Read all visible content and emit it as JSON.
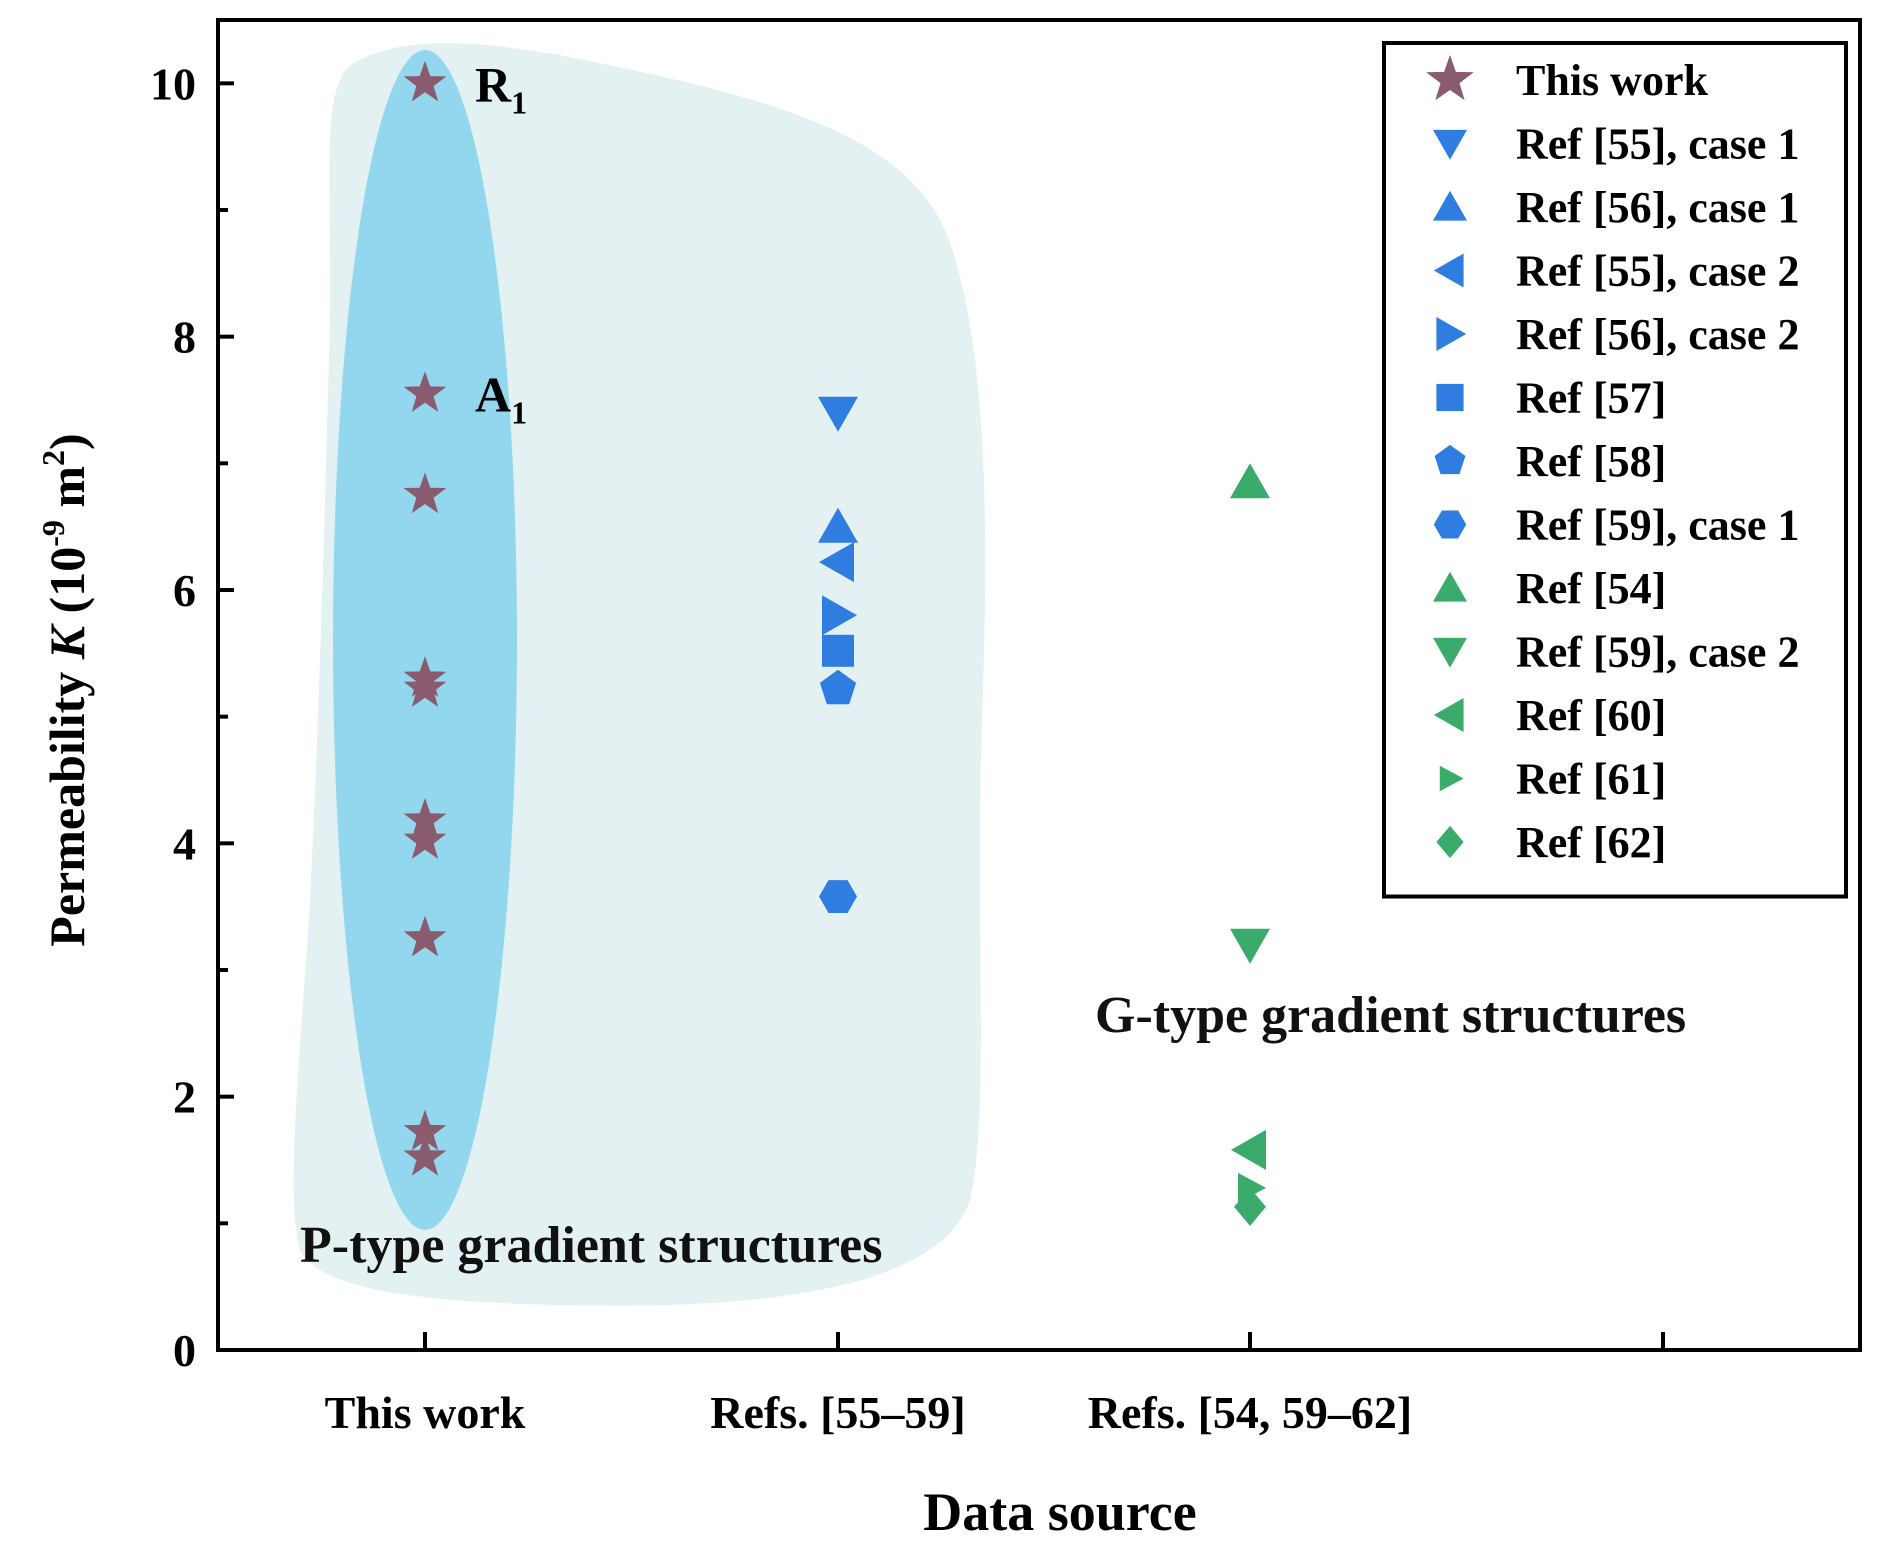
{
  "chart_data": {
    "type": "scatter",
    "xlabel": "Data source",
    "ylabel": {
      "prefix": "Permeability ",
      "symbol": "K",
      "unit_open": " (10",
      "exponent": "-9",
      "unit_mid": " m",
      "unit_exp": "2",
      "unit_close": ")"
    },
    "categories": [
      "This work",
      "Refs. [55–59]",
      "Refs. [54, 59–62]",
      ""
    ],
    "ylim": [
      0,
      10.5
    ],
    "yticks": [
      0,
      2,
      4,
      6,
      8,
      10
    ],
    "grid": false,
    "legend_position": "top-right",
    "series": [
      {
        "name": "This work",
        "category": 0,
        "marker": "star",
        "color": "#8a5a6e",
        "values": [
          10.0,
          7.55,
          6.75,
          5.3,
          5.22,
          4.18,
          4.02,
          3.25,
          1.72,
          1.52
        ]
      },
      {
        "name": "Ref [55], case 1",
        "category": 1,
        "marker": "triangle-down",
        "color": "#2f7de0",
        "values": [
          7.4
        ]
      },
      {
        "name": "Ref [56], case 1",
        "category": 1,
        "marker": "triangle-up",
        "color": "#2f7de0",
        "values": [
          6.5
        ]
      },
      {
        "name": "Ref [55], case 2",
        "category": 1,
        "marker": "triangle-left",
        "color": "#2f7de0",
        "values": [
          6.22
        ]
      },
      {
        "name": "Ref [56], case 2",
        "category": 1,
        "marker": "triangle-right",
        "color": "#2f7de0",
        "values": [
          5.8
        ]
      },
      {
        "name": "Ref [57]",
        "category": 1,
        "marker": "square",
        "color": "#2f7de0",
        "values": [
          5.52
        ]
      },
      {
        "name": "Ref [58]",
        "category": 1,
        "marker": "pentagon",
        "color": "#2f7de0",
        "values": [
          5.22
        ]
      },
      {
        "name": "Ref [59], case 1",
        "category": 1,
        "marker": "hexagon",
        "color": "#2f7de0",
        "values": [
          3.58
        ]
      },
      {
        "name": "Ref [54]",
        "category": 2,
        "marker": "triangle-up",
        "color": "#3aab6a",
        "values": [
          6.85
        ]
      },
      {
        "name": "Ref [59], case 2",
        "category": 2,
        "marker": "triangle-down",
        "color": "#3aab6a",
        "values": [
          3.2
        ]
      },
      {
        "name": "Ref [60]",
        "category": 2,
        "marker": "triangle-left",
        "color": "#3aab6a",
        "values": [
          1.58
        ]
      },
      {
        "name": "Ref [61]",
        "category": 2,
        "marker": "triangle-right-small",
        "color": "#3aab6a",
        "values": [
          1.28
        ]
      },
      {
        "name": "Ref [62]",
        "category": 2,
        "marker": "diamond",
        "color": "#3aab6a",
        "values": [
          1.13
        ]
      }
    ],
    "annotations": [
      {
        "main": "R",
        "sub": "1",
        "category": 0,
        "y": 10.0
      },
      {
        "main": "A",
        "sub": "1",
        "category": 0,
        "y": 7.55
      },
      {
        "text": "P-type gradient structures",
        "category": 0,
        "y": 0.75
      },
      {
        "text": "G-type gradient structures",
        "category": 2,
        "y": 2.6
      }
    ],
    "regions": {
      "outer_color": "#e3f1f2",
      "inner_color": "#93d7ee"
    }
  }
}
